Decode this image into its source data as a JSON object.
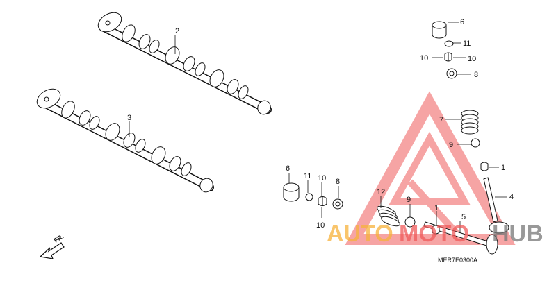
{
  "diagram": {
    "code": "MER7E0300A",
    "direction_label": "FR.",
    "callouts": {
      "c2": "2",
      "c3": "3",
      "c6a": "6",
      "c11a": "11",
      "c10a": "10",
      "c10b": "10",
      "c8a": "8",
      "c7": "7",
      "c9a": "9",
      "c1a": "1",
      "c4": "4",
      "c6b": "6",
      "c11b": "11",
      "c10c": "10",
      "c8b": "8",
      "c10d": "10",
      "c12": "12",
      "c9b": "9",
      "c1b": "1",
      "c5": "5"
    },
    "parts": {
      "intake_camshaft": "camshaft-2",
      "exhaust_camshaft": "camshaft-3",
      "valve_lifter": "lifter-6",
      "valve_cotter": "cotter-10",
      "shim": "shim-11",
      "stem_seal": "seal-8",
      "spring_outer": "spring-7",
      "spring_inner": "spring-12",
      "spring_seat": "seat-9",
      "valve_guide_clip": "clip-1",
      "intake_valve": "valve-4",
      "exhaust_valve": "valve-5"
    }
  },
  "watermark": {
    "text_a": "AUTO",
    "text_b": "MOTO",
    "text_c": "HUB",
    "color_red": "#f05a5a",
    "color_orange": "#f7b23b"
  }
}
